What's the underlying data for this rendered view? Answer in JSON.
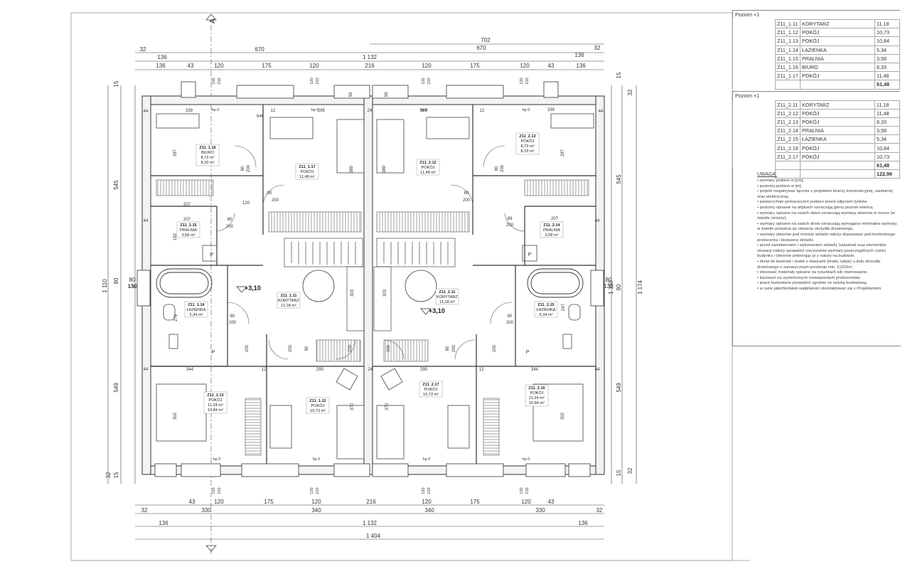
{
  "colors": {
    "line": "#333333",
    "dim": "#444444",
    "wall_fill": "#f3f3f3",
    "hatch": "#999999"
  },
  "section_mark": "A",
  "top_dims": {
    "row1": [
      "32",
      "670",
      "670",
      "32"
    ],
    "row1b": "702",
    "row2": [
      "136",
      "1 132",
      "136"
    ],
    "row3": [
      "136",
      "43",
      "120",
      "175",
      "120",
      "216",
      "120",
      "175",
      "120",
      "43",
      "136"
    ]
  },
  "bottom_dims": {
    "row1": [
      "43",
      "120",
      "175",
      "120",
      "216",
      "120",
      "175",
      "120",
      "43"
    ],
    "row2": [
      "32",
      "330",
      "340",
      "340",
      "330",
      "32"
    ],
    "row3": [
      "136",
      "1 132",
      "136"
    ],
    "row4": "1 404"
  },
  "left_dims": {
    "a": "15",
    "b": "545",
    "c": "80",
    "d": "130",
    "e": "549",
    "f": "32",
    "g": "15",
    "total": "1 110"
  },
  "right_dims": {
    "a": "15",
    "b": "32",
    "c": "545",
    "d": "80",
    "e": "130",
    "f": "549",
    "g": "15",
    "h": "32",
    "total_a": "1 110",
    "total_b": "1 174"
  },
  "window_labels": {
    "a": "120",
    "b": "210",
    "hp0": "hp 0"
  },
  "rooms": [
    {
      "code": "Z11_1.16",
      "name": "BIURO",
      "area1": "8,73 m²",
      "area2": "8,33 m²"
    },
    {
      "code": "Z11_1.17",
      "name": "POKÓJ",
      "area1": "11,48 m²",
      "area2": ""
    },
    {
      "code": "Z11_2.12",
      "name": "POKÓJ",
      "area1": "11,48 m²",
      "area2": ""
    },
    {
      "code": "Z11_2.13",
      "name": "POKÓJ",
      "area1": "8,73 m²",
      "area2": "8,33 m²"
    },
    {
      "code": "Z11_1.15",
      "name": "PRALNIA",
      "area1": "3,58 m²",
      "area2": ""
    },
    {
      "code": "Z11_2.14",
      "name": "PRALNIA",
      "area1": "3,58 m²",
      "area2": ""
    },
    {
      "code": "Z11_1.14",
      "name": "ŁAZIENKA",
      "area1": "5,34 m²",
      "area2": ""
    },
    {
      "code": "Z11_1.11",
      "name": "KORYTARZ",
      "area1": "11,18 m²",
      "area2": ""
    },
    {
      "code": "Z11_2.11",
      "name": "KORYTARZ",
      "area1": "11,18 m²",
      "area2": ""
    },
    {
      "code": "Z11_2.15",
      "name": "ŁAZIENKA",
      "area1": "5,34 m²",
      "area2": ""
    },
    {
      "code": "Z11_1.13",
      "name": "POKÓJ",
      "area1": "11,24 m²",
      "area2": "10,84 m²"
    },
    {
      "code": "Z11_1.12",
      "name": "POKÓJ",
      "area1": "10,73 m²",
      "area2": ""
    },
    {
      "code": "Z11_2.17",
      "name": "POKÓJ",
      "area1": "10,73 m²",
      "area2": ""
    },
    {
      "code": "Z11_2.16",
      "name": "POKÓJ",
      "area1": "11,24 m²",
      "area2": "10,84 m²"
    }
  ],
  "levels": [
    "+3,10",
    "+3,10"
  ],
  "inner_dims": {
    "d339": "339",
    "d646": "646",
    "d12": "12",
    "d295": "295",
    "d24": "24",
    "d286": "286",
    "d287": "287",
    "d389": "389",
    "d80": "80",
    "d200": "200",
    "d120": "120",
    "d207": "207",
    "d44": "44",
    "d182": "182",
    "d89": "89",
    "d303": "303",
    "d279": "279",
    "d247": "247",
    "d344": "344",
    "d290": "290",
    "d302": "302",
    "d370": "370",
    "d59": "59",
    "d130": "130",
    "p": "P"
  },
  "legend": {
    "groups": [
      {
        "header": "Poziom +1",
        "rows": [
          {
            "code": "Z11_1.11",
            "name": "KORYTARZ",
            "area": "11,18"
          },
          {
            "code": "Z11_1.12",
            "name": "POKÓJ",
            "area": "10,73"
          },
          {
            "code": "Z11_1.13",
            "name": "POKÓJ",
            "area": "10,84"
          },
          {
            "code": "Z11_1.14",
            "name": "ŁAZIENKA",
            "area": "5,34"
          },
          {
            "code": "Z11_1.15",
            "name": "PRALNIA",
            "area": "3,58"
          },
          {
            "code": "Z11_1.16",
            "name": "BIURO",
            "area": "8,33"
          },
          {
            "code": "Z11_1.17",
            "name": "POKÓJ",
            "area": "11,48"
          }
        ],
        "sum": "61,48"
      },
      {
        "header": "Poziom +1",
        "rows": [
          {
            "code": "Z11_2.11",
            "name": "KORYTARZ",
            "area": "11,18"
          },
          {
            "code": "Z11_2.12",
            "name": "POKÓJ",
            "area": "11,48"
          },
          {
            "code": "Z11_2.13",
            "name": "POKÓJ",
            "area": "8,33"
          },
          {
            "code": "Z11_2.14",
            "name": "PRALNIA",
            "area": "3,58"
          },
          {
            "code": "Z11_2.15",
            "name": "ŁAZIENKA",
            "area": "5,34"
          },
          {
            "code": "Z11_2.16",
            "name": "POKÓJ",
            "area": "10,84"
          },
          {
            "code": "Z11_2.17",
            "name": "POKÓJ",
            "area": "10,73"
          }
        ],
        "sum": "61,48"
      }
    ],
    "total": "122,96"
  },
  "notes": {
    "title": "UWAGA:",
    "items": [
      "wymiary podano w [cm],",
      "poziomy podano w [m],",
      "projekt rozpatrywać łącznie z projektem branży konstrukcyjnej, sanitarnej oraz elektrycznej,",
      "powierzchnie pomieszczeń podano przed odjęciem tynków",
      "poziomy opisane na attykach oznaczają górny poziom wieńca,",
      "wymiary opisane na osiach okien oznaczają wymiary otworów w murze (w świetle ościeży),",
      "wymiary opisane na osiach drzwi oznaczają wymagane minimalne wymiary w świetle przejścia po otwarciu skrzydła drzwiowego,",
      "wymiary otworów pod montaż stolarki należy dopasować pod konkretnego producenta i dostawcę stolarki,",
      "przed zamówieniem i wykonaniem stolarki, balustrad oraz elementów elewacji należy sprawdzić rzeczywiste wymiary poszczególnych części budynku i otworów pobierając je z natury na budowie,",
      "drzwi do łazienek i toalet z otworami (kratki, tuleje) u dołu skrzydła drzwiowego o sumarycznym przekroju min. 0,022m²,",
      "stosować materiały opisane na rysunkach lub równoważne,",
      "bazować na systemowych rozwiązaniach producentów,",
      "prace budowlane prowadzić zgodnie ze sztuką budowlaną,",
      "w razie jakichkolwiek wątpliwości skontaktować się z Projektantem"
    ]
  }
}
